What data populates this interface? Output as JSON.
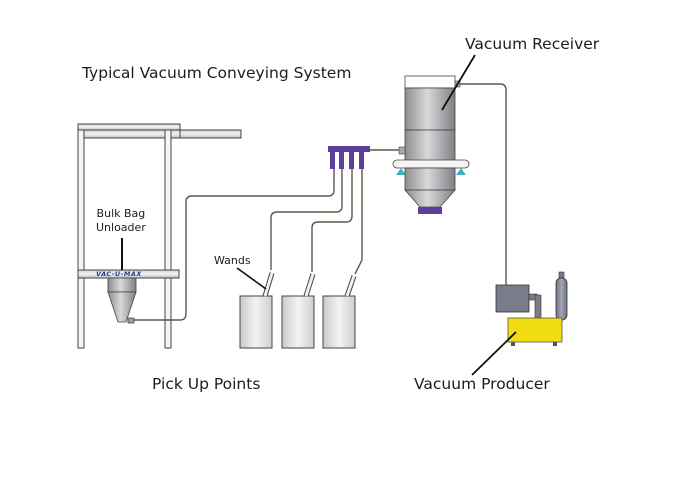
{
  "title": "Typical Vacuum Conveying System",
  "labels": {
    "vacuum_receiver": "Vacuum Receiver",
    "bulk_bag_line1": "Bulk Bag",
    "bulk_bag_line2": "Unloader",
    "brand": "VAC-U-MAX",
    "wands": "Wands",
    "pick_up_points": "Pick Up Points",
    "vacuum_producer": "Vacuum Producer"
  },
  "colors": {
    "manifold": "#5b3f9a",
    "receiver_outlet": "#5b3f9a",
    "producer_body": "#f2dc12",
    "receiver_feet": "#3fb0c8",
    "steel": "#a9a9ab",
    "line": "#5a5a4a"
  }
}
